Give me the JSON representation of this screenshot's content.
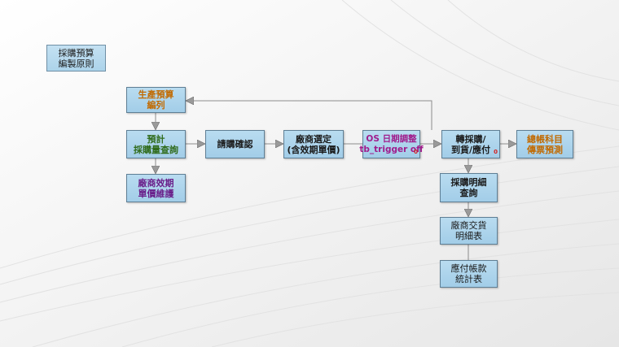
{
  "title": {
    "line1": "採購預算",
    "line2": "編製原則"
  },
  "nodes": {
    "production_budget": {
      "line1": "生產預算",
      "line2": "編列"
    },
    "purchase_forecast": {
      "line1": "預計",
      "line2": "採購量查詢"
    },
    "vendor_price": {
      "line1": "廠商效期",
      "line2": "單價維護"
    },
    "request_confirm": {
      "line1": "請購確認"
    },
    "vendor_select": {
      "line1": "廠商選定",
      "line2": "(含效期單價)"
    },
    "os_date": {
      "line1": "OS 日期調整",
      "line2": "tb_trigger off",
      "badge": "0"
    },
    "transfer": {
      "line1": "轉採購/",
      "line2": "到貨/應付",
      "badge": "0"
    },
    "budget_forecast": {
      "line1": "總帳科目",
      "line2": "傳票預測"
    },
    "purchase_detail": {
      "line1": "採購明細",
      "line2": "查詢"
    },
    "vendor_delivery": {
      "line1": "廠商交貨",
      "line2": "明細表"
    },
    "payable_stats": {
      "line1": "應付帳款",
      "line2": "統計表"
    }
  }
}
